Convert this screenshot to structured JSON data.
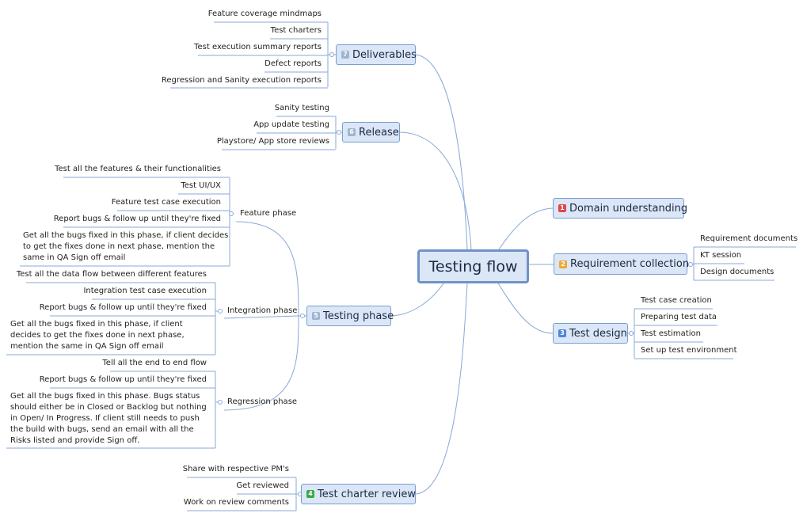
{
  "central": "Testing flow",
  "colors": {
    "line": "#8aa8d6",
    "badge_red": "#e04848",
    "badge_orange": "#f0a830",
    "badge_blue": "#4e86d9",
    "badge_gray": "#9fb4cf",
    "badge_green": "#3aa84a"
  },
  "right": {
    "domain": {
      "num": "1",
      "label": "Domain understanding"
    },
    "requirement": {
      "num": "2",
      "label": "Requirement collection",
      "items": [
        "Requirement documents",
        "KT session",
        "Design documents"
      ]
    },
    "design": {
      "num": "3",
      "label": "Test design",
      "items": [
        "Test case creation",
        "Preparing test data",
        "Test estimation",
        "Set up test environment"
      ]
    }
  },
  "left": {
    "deliverables": {
      "num": "7",
      "label": "Deliverables",
      "items": [
        "Feature coverage mindmaps",
        "Test charters",
        "Test execution summary reports",
        "Defect reports",
        "Regression and Sanity execution reports"
      ]
    },
    "release": {
      "num": "6",
      "label": "Release",
      "items": [
        "Sanity testing",
        "App update testing",
        "Playstore/ App store reviews"
      ]
    },
    "testing": {
      "num": "5",
      "label": "Testing phase",
      "feature": {
        "label": "Feature phase",
        "items": [
          "Test all the features & their functionalities",
          "Test UI/UX",
          "Feature test case execution",
          "Report bugs & follow up until they're fixed",
          "Get all the bugs fixed in this phase, if client decides to get the fixes done in next phase, mention the same in QA Sign off email"
        ]
      },
      "integration": {
        "label": "Integration phase",
        "items": [
          "Test all the data flow between different features",
          "Integration test case execution",
          "Report bugs & follow up until they're fixed",
          "Get all the bugs fixed in this phase, if client decides to get the fixes done in next phase, mention the same in QA Sign off email"
        ]
      },
      "regression": {
        "label": "Regression phase",
        "items": [
          "Tell all the end to end flow",
          "Report bugs & follow up until they're fixed",
          "Get all the bugs fixed in this phase. Bugs status should either be in Closed or Backlog but nothing in Open/ In Progress. If client still needs to push the build with bugs, send an email with all the Risks listed and provide Sign off."
        ]
      }
    },
    "review": {
      "num": "4",
      "label": "Test charter review",
      "items": [
        "Share with respective PM's",
        "Get reviewed",
        "Work on review comments"
      ]
    }
  }
}
